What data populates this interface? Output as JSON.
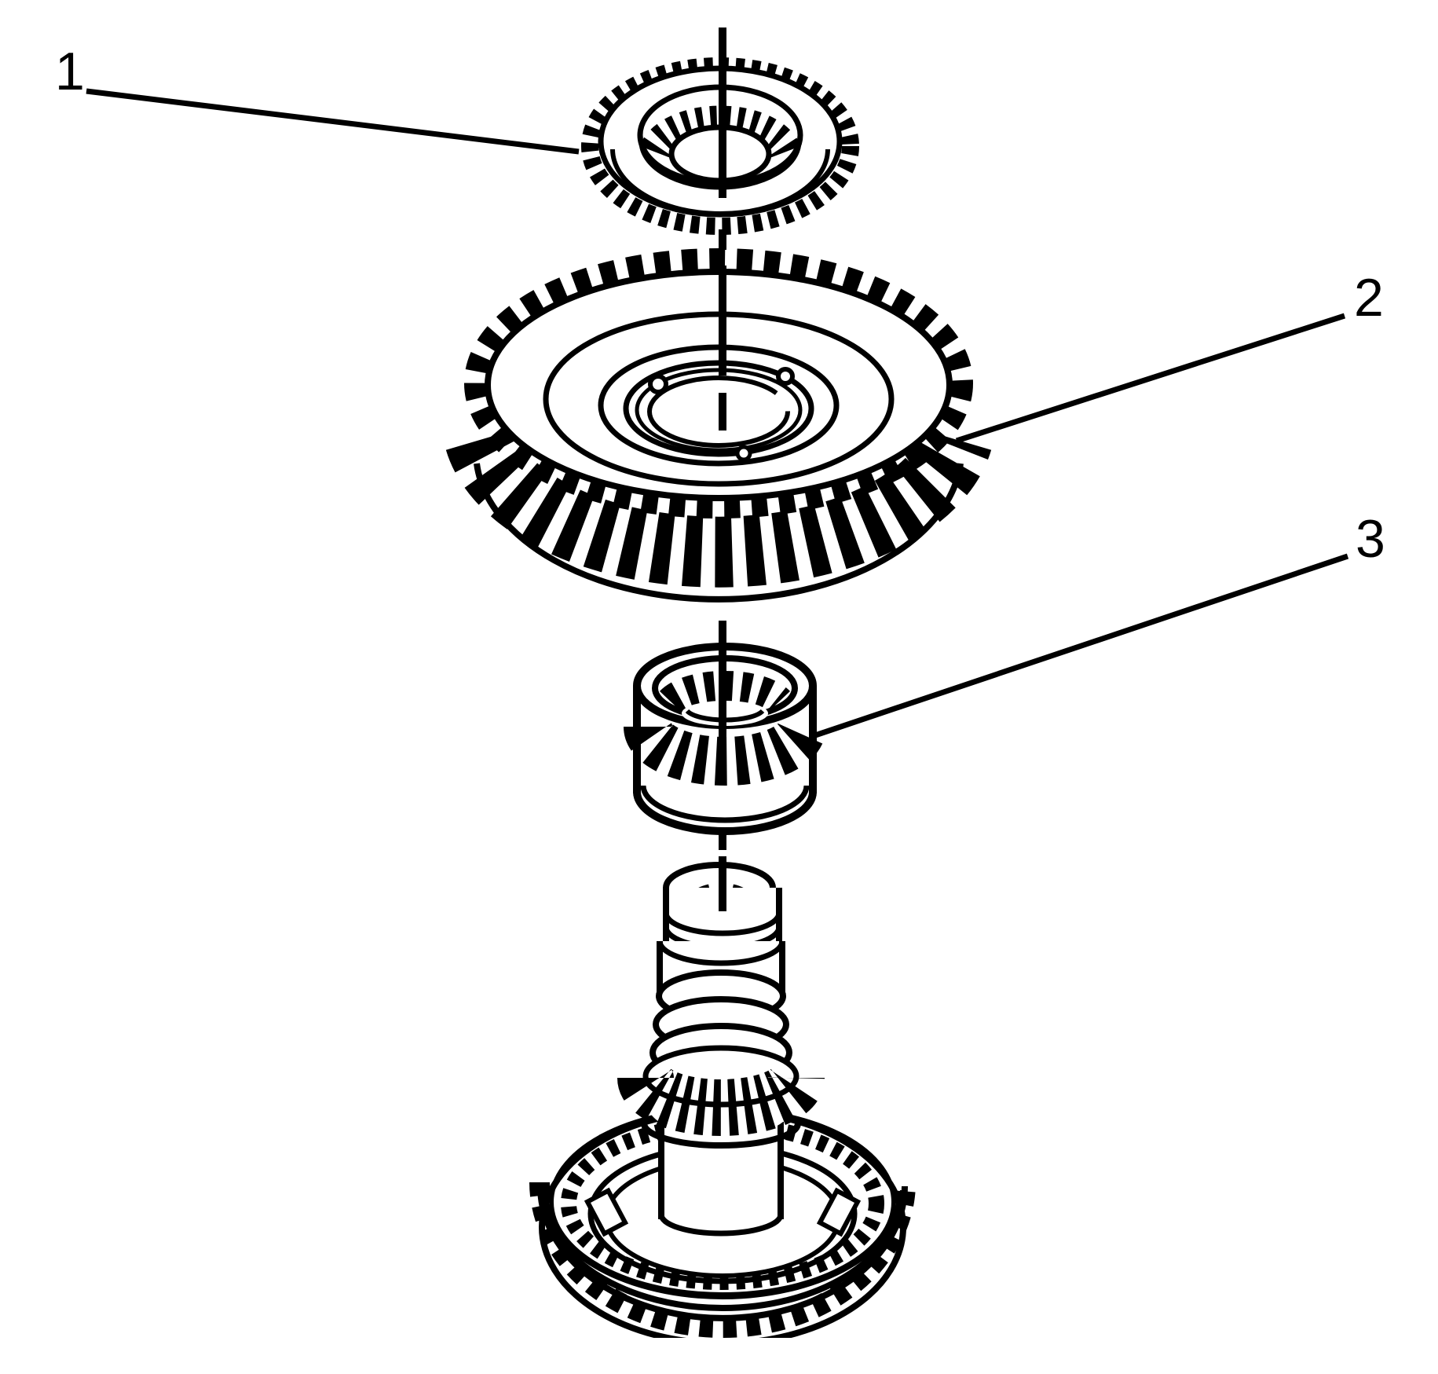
{
  "figure": {
    "background_color": "#ffffff",
    "line_color": "#000000",
    "callouts": [
      {
        "label": "1"
      },
      {
        "label": "2"
      },
      {
        "label": "3"
      }
    ]
  }
}
